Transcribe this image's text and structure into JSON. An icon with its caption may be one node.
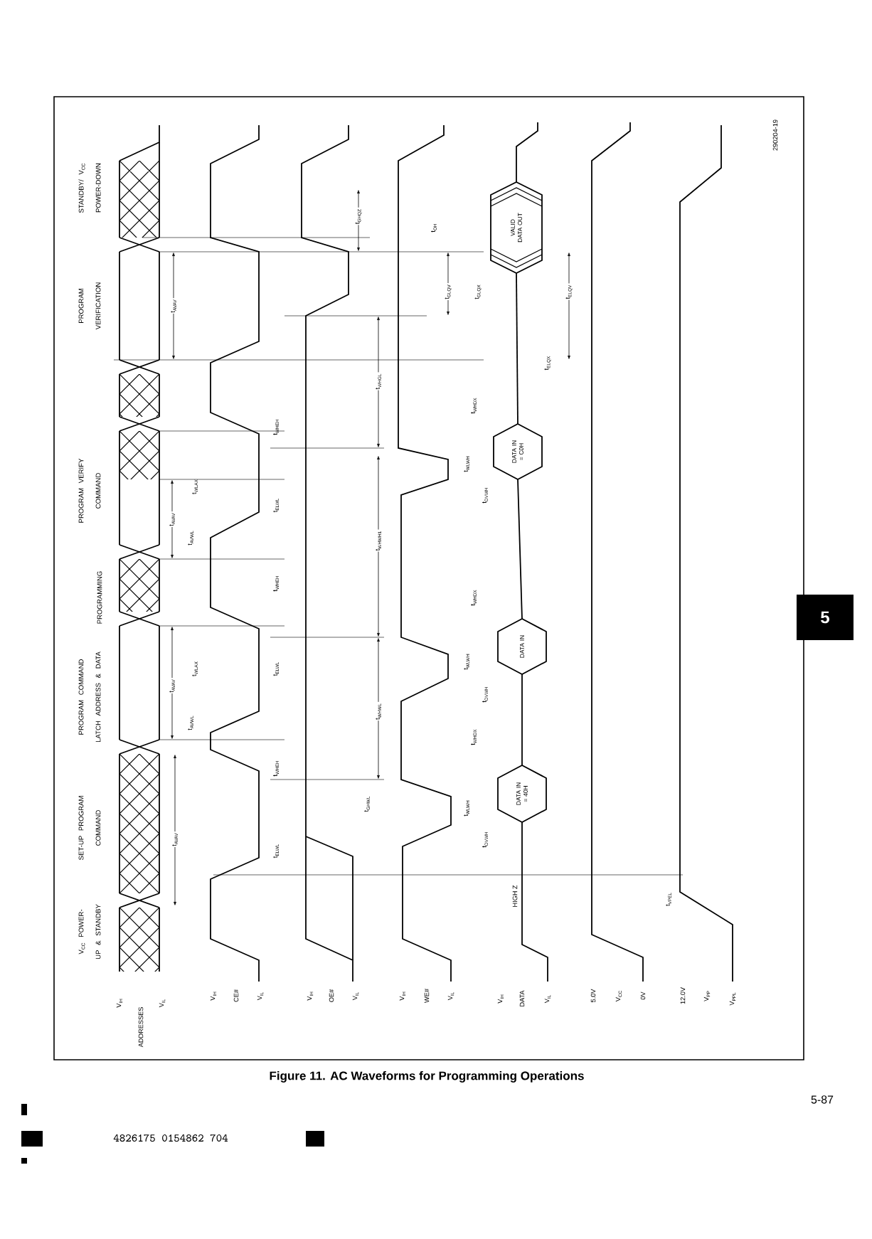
{
  "diagram": {
    "caption": "Figure 11. AC Waveforms for Programming Operations",
    "nodes": [
      {
        "text": [
          "DATA IN = 40H"
        ]
      },
      {
        "text": [
          "DATA IN"
        ]
      },
      {
        "text": [
          "DATA IN = C0H"
        ]
      },
      {
        "text": [
          "VALID DATA OUT"
        ]
      }
    ],
    "edges": [
      {
        "from": null,
        "to": 0,
        "arrow": "none"
      },
      {
        "from": 0,
        "to": 1,
        "arrow": "none"
      },
      {
        "from": 1,
        "to": 2,
        "arrow": "none"
      },
      {
        "from": 2,
        "to": 3,
        "arrow": "none"
      },
      {
        "from": 3,
        "to": null,
        "arrow": "none"
      }
    ],
    "labels": [
      "V$_{CC}$ POWER-UP & STANDBY",
      "SET-UP PROGRAM COMMAND",
      "PROGRAM COMMAND LATCH ADDRESS & DATA",
      "PROGRAMMING",
      "PROGRAM VERIFY COMMAND",
      "PROGRAM VERIFICATION",
      "STANDBY/ V$_{CC}$ POWER-DOWN",
      "290204-19",
      "V$_{IH}$",
      "ADDRESSES",
      "V$_{IL}$",
      "V$_{IH}$",
      "CE#",
      "V$_{IL}$",
      "V$_{IH}$",
      "OE#",
      "V$_{IL}$",
      "V$_{IH}$",
      "WE#",
      "V$_{IL}$",
      "V$_{IH}$",
      "DATA",
      "V$_{IL}$",
      "5.0V",
      "V$_{CC}$",
      "0V",
      "12.0V",
      "V$_{PP}$",
      "V$_{PPL}$",
      "t$_{AVAV}$",
      "t$_{AVAV}$",
      "t$_{AVWL}$",
      "t$_{WLAX}$",
      "t$_{AVAV}$",
      "t$_{AVWL}$",
      "t$_{WLAX}$",
      "t$_{AVAV}$",
      "t$_{ELWL}$",
      "t$_{WHEH}$",
      "t$_{ELWL}$",
      "t$_{WHEH}$",
      "t$_{ELWL}$",
      "t$_{WHEH}$",
      "t$_{GHWL}$",
      "t$_{WHWL}$",
      "t$_{WHWH1}$",
      "t$_{WHGL}$",
      "t$_{WLWH}$",
      "t$_{DVWH}$",
      "t$_{WHDX}$",
      "t$_{WLWH}$",
      "t$_{DVWH}$",
      "t$_{WHDX}$",
      "t$_{WLWH}$",
      "t$_{DVWH}$",
      "t$_{WHDX}$",
      "t$_{GHQZ}$",
      "t$_{OH}$",
      "t$_{GLQV}$",
      "t$_{GLQX}$",
      "t$_{ELQV}$",
      "t$_{ELQX}$",
      "HIGH Z",
      "t$_{VPEL}$",
      "5-87",
      "5",
      "4826175 0154862 704"
    ]
  }
}
